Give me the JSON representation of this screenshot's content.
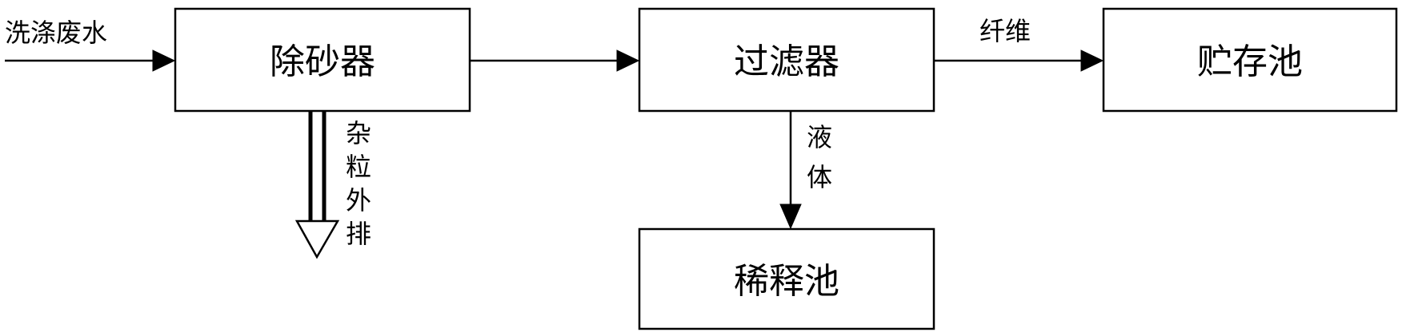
{
  "nodes": {
    "desander": {
      "label": "除砂器"
    },
    "filter": {
      "label": "过滤器"
    },
    "storage_tank": {
      "label": "贮存池"
    },
    "dilution_tank": {
      "label": "稀释池"
    }
  },
  "edges": {
    "input": {
      "label": "洗涤废水"
    },
    "fiber": {
      "label": "纤维"
    },
    "liquid": {
      "label": "液体",
      "chars": [
        "液",
        "体"
      ]
    },
    "impurity_discharge": {
      "label": "杂粒外排",
      "chars": [
        "杂",
        "粒",
        "外",
        "排"
      ]
    }
  }
}
